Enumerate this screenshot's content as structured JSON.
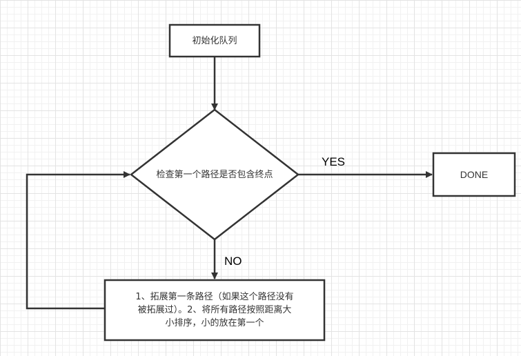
{
  "nodes": {
    "start": {
      "label": "初始化队列",
      "shape": "rectangle"
    },
    "check": {
      "label": "检查第一个路径是否包含终点",
      "shape": "diamond"
    },
    "done": {
      "label": "DONE",
      "shape": "rectangle"
    },
    "expand": {
      "label": "1、拓展第一条路径（如果这个路径没有被拓展过）。2、将所有路径按照距离大小排序，小的放在第一个",
      "lines": [
        "1、拓展第一条路径（如果这个路径没有",
        "被拓展过）。2、将所有路径按照距离大",
        "小排序，小的放在第一个"
      ],
      "shape": "rectangle"
    }
  },
  "edges": [
    {
      "from": "start",
      "to": "check",
      "label": ""
    },
    {
      "from": "check",
      "to": "done",
      "label": "YES"
    },
    {
      "from": "check",
      "to": "expand",
      "label": "NO"
    },
    {
      "from": "expand",
      "to": "check",
      "label": ""
    }
  ],
  "colors": {
    "stroke": "#333333",
    "text": "#333333",
    "edge_label": "#000000",
    "grid": "#e3e3e3"
  }
}
